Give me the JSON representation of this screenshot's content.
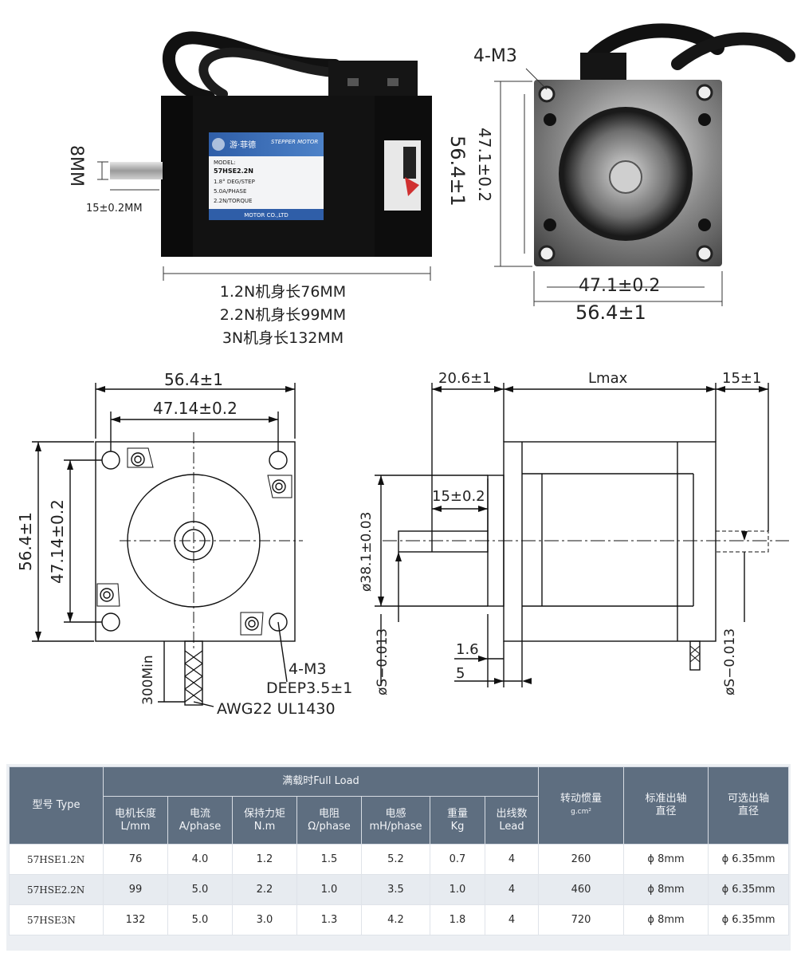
{
  "photo": {
    "shaft_diameter": "8MM",
    "shaft_length": "15±0.2MM",
    "body_lengths": [
      "1.2N机身长76MM",
      "2.2N机身长99MM",
      "3N机身长132MM"
    ],
    "face_holes": "4-M3",
    "face_hole_pitch": "47.1±0.2",
    "face_size": "56.4±1",
    "label": {
      "brand": "游·菲德",
      "product": "STEPPER MOTOR",
      "model_caption": "MODEL:",
      "model": "57HSE2.2N",
      "spec1": "1.8° DEG/STEP",
      "spec2": "5.0A/PHASE",
      "spec3": "2.2N/TORQUE",
      "footer": "MOTOR CO.,LTD"
    }
  },
  "drawing": {
    "front": {
      "width": "56.4±1",
      "hole_pitch_h": "47.14±0.2",
      "height": "56.4±1",
      "hole_pitch_v": "47.14±0.2",
      "lead_length": "300Min",
      "holes": "4-M3",
      "depth": "DEEP3.5±1",
      "wire": "AWG22  UL1430"
    },
    "side": {
      "front_len": "20.6±1",
      "body_len": "Lmax",
      "rear_len": "15±1",
      "shaft_flat": "15±0.2",
      "pilot_dia": "ø38.1±0.03",
      "shaft_dia_front": "øS−0.013",
      "shaft_dia_rear": "øS−0.013",
      "pilot_height": "1.6",
      "flange": "5"
    }
  },
  "table": {
    "header_type": "型号 Type",
    "header_group": "满载时Full Load",
    "columns": [
      {
        "cn": "电机长度",
        "en": "L/mm"
      },
      {
        "cn": "电流",
        "en": "A/phase"
      },
      {
        "cn": "保持力矩",
        "en": "N.m"
      },
      {
        "cn": "电阻",
        "en": "Ω/phase"
      },
      {
        "cn": "电感",
        "en": "mH/phase"
      },
      {
        "cn": "重量",
        "en": "Kg"
      },
      {
        "cn": "出线数",
        "en": "Lead"
      }
    ],
    "col_inertia": {
      "cn": "转动惯量",
      "en": "g.cm²"
    },
    "col_std_shaft": {
      "cn": "标准出轴",
      "en": "直径"
    },
    "col_opt_shaft": {
      "cn": "可选出轴",
      "en": "直径"
    },
    "rows": [
      {
        "type": "57HSE1.2N",
        "len": "76",
        "cur": "4.0",
        "torque": "1.2",
        "res": "1.5",
        "ind": "5.2",
        "wt": "0.7",
        "lead": "4",
        "inertia": "260",
        "std": "ϕ 8mm",
        "opt": "ϕ 6.35mm"
      },
      {
        "type": "57HSE2.2N",
        "len": "99",
        "cur": "5.0",
        "torque": "2.2",
        "res": "1.0",
        "ind": "3.5",
        "wt": "1.0",
        "lead": "4",
        "inertia": "460",
        "std": "ϕ 8mm",
        "opt": "ϕ 6.35mm"
      },
      {
        "type": "57HSE3N",
        "len": "132",
        "cur": "5.0",
        "torque": "3.0",
        "res": "1.3",
        "ind": "4.2",
        "wt": "1.8",
        "lead": "4",
        "inertia": "720",
        "std": "ϕ 8mm",
        "opt": "ϕ 6.35mm"
      }
    ]
  },
  "colors": {
    "table_header": "#5e6e80",
    "motor_body": "#121212",
    "label_blue": "#2f5ea8"
  }
}
